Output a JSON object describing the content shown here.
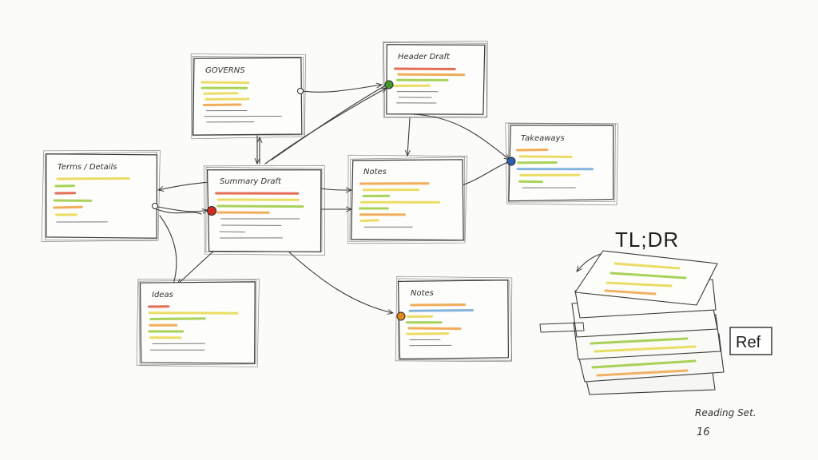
{
  "colors": {
    "ink": "#3a3a3a",
    "yellow": "#e8d84a",
    "green": "#9acb3c",
    "orange": "#f0a040",
    "red": "#e0553a",
    "blue": "#6fa8d8",
    "node_green": "#3f9a2f",
    "node_red": "#d42a1e",
    "node_blue": "#2b5fb0",
    "node_orange": "#e08a1a"
  },
  "nodes": [
    {
      "id": "top-left",
      "title": "GOVERNS"
    },
    {
      "id": "top-center",
      "title": "Header Draft"
    },
    {
      "id": "left",
      "title": "Terms / Details"
    },
    {
      "id": "center",
      "title": "Summary Draft"
    },
    {
      "id": "middle",
      "title": "Notes"
    },
    {
      "id": "right",
      "title": "Takeaways"
    },
    {
      "id": "bottom-left",
      "title": "Ideas"
    },
    {
      "id": "bottom-center",
      "title": "Notes"
    }
  ],
  "stack": {
    "title": "TL;DR",
    "ref_label": "Ref",
    "signature": "Reading Set.",
    "page_number": "16"
  }
}
